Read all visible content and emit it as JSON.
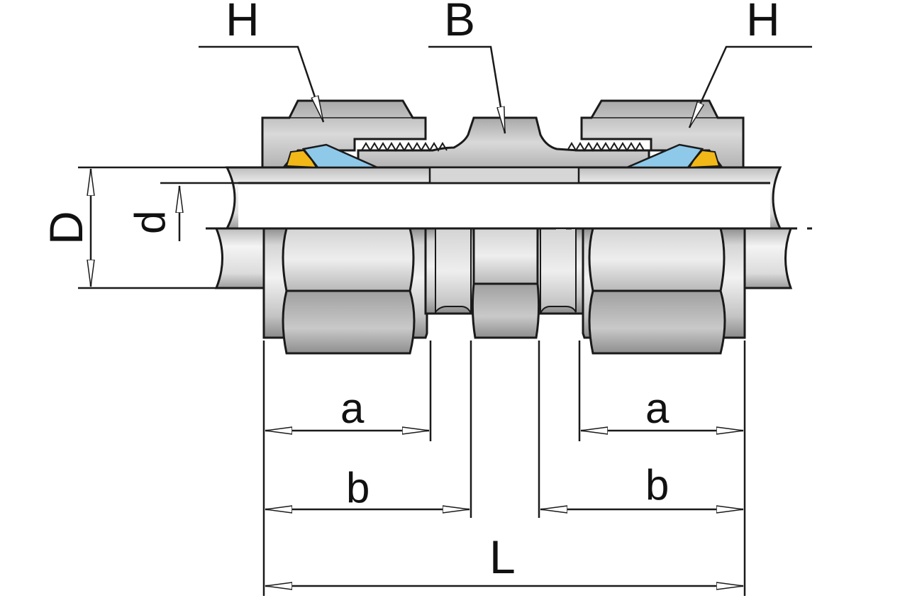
{
  "labels": {
    "nut_left": "H",
    "body": "B",
    "nut_right": "H",
    "outer_diameter": "D",
    "inner_diameter": "d",
    "dim_a_left": "a",
    "dim_a_right": "a",
    "dim_b_left": "b",
    "dim_b_right": "b",
    "overall_length": "L"
  },
  "colors": {
    "metal_light": "#e4e4e4",
    "metal_mid": "#c8c8c8",
    "metal_dark": "#9a9a9a",
    "ferrule_blue": "#8ec9ea",
    "seal_yellow": "#f2b817",
    "line": "#1a1a1a"
  }
}
